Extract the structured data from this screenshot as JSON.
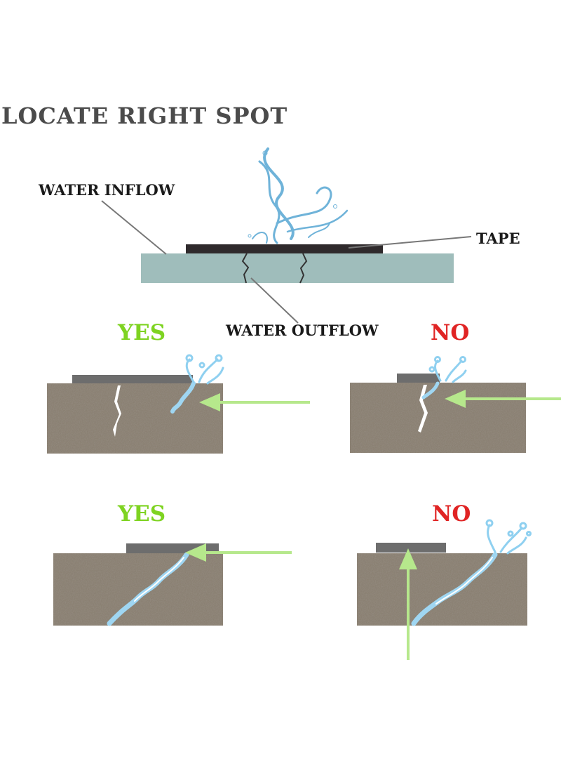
{
  "title": "LOCATE RIGHT SPOT",
  "labels": {
    "water_inflow": "WATER INFLOW",
    "tape": "TAPE",
    "water_outflow": "WATER OUTFLOW"
  },
  "panels": [
    {
      "verdict": "YES",
      "color": "#7ed321"
    },
    {
      "verdict": "NO",
      "color": "#e02424"
    },
    {
      "verdict": "YES",
      "color": "#7ed321"
    },
    {
      "verdict": "NO",
      "color": "#e02424"
    }
  ],
  "colors": {
    "concrete": "#8a8072",
    "tape": "#6d6d6d",
    "slab": "#9fbdbb",
    "arrow": "#b6e88c",
    "water": "#8fd0f0"
  }
}
